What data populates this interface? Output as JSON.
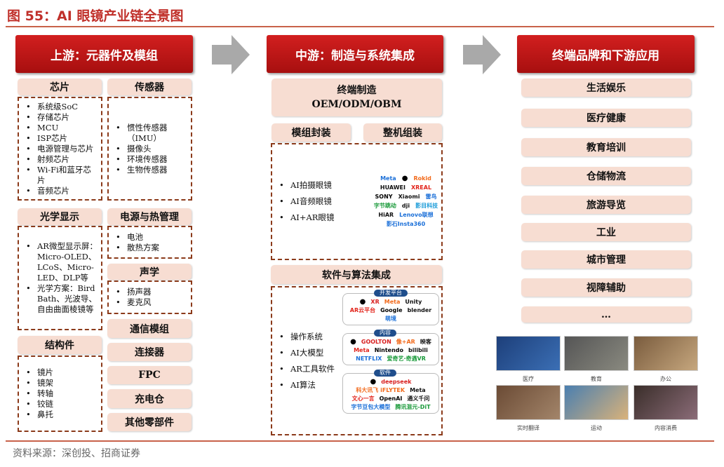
{
  "title": "图 55：AI 眼镜产业链全景图",
  "source": "资料来源：深创投、招商证券",
  "upstream": {
    "header": "上游：元器件及模组",
    "chips": {
      "title": "芯片",
      "items": [
        "系统级SoC",
        "存储芯片",
        "MCU",
        "ISP芯片",
        "电源管理与芯片",
        "射频芯片",
        "Wi-Fi和蓝牙芯片",
        "音频芯片"
      ]
    },
    "sensors": {
      "title": "传感器",
      "items": [
        "惯性传感器（IMU）",
        "摄像头",
        "环境传感器",
        "生物传感器"
      ]
    },
    "optics": {
      "title": "光学显示",
      "items": [
        "AR微型显示屏：Micro-OLED、LCoS、Micro-LED、DLP等",
        "光学方案：Bird Bath、光波导、自由曲面棱镜等"
      ]
    },
    "power": {
      "title": "电源与热管理",
      "items": [
        "电池",
        "散热方案"
      ]
    },
    "acoustics": {
      "title": "声学",
      "items": [
        "扬声器",
        "麦克风"
      ]
    },
    "structure": {
      "title": "结构件",
      "items": [
        "镜片",
        "镜架",
        "转轴",
        "铰链",
        "鼻托"
      ]
    },
    "others": [
      "通信模组",
      "连接器",
      "FPC",
      "充电仓",
      "其他零部件"
    ]
  },
  "midstream": {
    "header": "中游：制造与系统集成",
    "manufacturing": {
      "line1": "终端制造",
      "line2": "OEM/ODM/OBM"
    },
    "module": "模组封装",
    "assembly": "整机组装",
    "products": [
      "AI拍摄眼镜",
      "AI音频眼镜",
      "AI+AR眼镜"
    ],
    "hardware_logos": [
      "Meta",
      "",
      "Rokid",
      "HUAWEI",
      "XREAL",
      "SONY",
      "Xiaomi",
      "雷鸟",
      "字节跳动",
      "dji",
      "影目科技",
      "HiAR",
      "Lenovo联想",
      "影石Insta360"
    ],
    "software_header": "软件与算法集成",
    "software": [
      "操作系统",
      "AI大模型",
      "AR工具软件",
      "AI算法"
    ],
    "groups": [
      {
        "tag": "开发平台",
        "logos": [
          "",
          "XR",
          "Meta",
          "Unity",
          "AR云平台",
          "Google",
          "blender",
          "萌境"
        ]
      },
      {
        "tag": "内容",
        "logos": [
          "",
          "GOOLTON",
          "像+AR",
          "映客",
          "Meta",
          "Nintendo",
          "bilibili",
          "NETFLIX",
          "爱奇艺·奇遇VR"
        ]
      },
      {
        "tag": "软件",
        "logos": [
          "",
          "deepseek",
          "科大讯飞 iFLYTEK",
          "Meta",
          "文心一言",
          "OpenAI",
          "通义千问",
          "字节豆包大模型",
          "腾讯混元-DiT"
        ]
      }
    ]
  },
  "downstream": {
    "header": "终端品牌和下游应用",
    "apps": [
      "生活娱乐",
      "医疗健康",
      "教育培训",
      "仓储物流",
      "旅游导览",
      "工业",
      "城市管理",
      "视障辅助",
      "…"
    ],
    "scenes": [
      "医疗",
      "教育",
      "办公",
      "实时翻译",
      "运动",
      "内容消费"
    ]
  },
  "colors": {
    "accent": "#c00000",
    "pink": "#f7ddd2",
    "dash": "#8b3a1a"
  }
}
